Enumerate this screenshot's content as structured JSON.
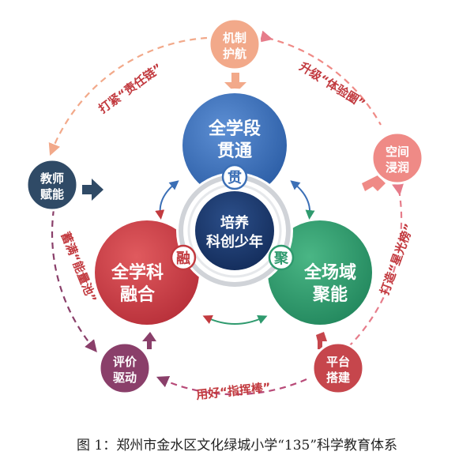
{
  "center": {
    "line1": "培养",
    "line2": "科创少年"
  },
  "lobes": {
    "top": {
      "line1": "全学段",
      "line2": "贯通",
      "badge": "贯",
      "color": "#3b6fb6"
    },
    "left": {
      "line1": "全学科",
      "line2": "融合",
      "badge": "融",
      "color": "#c23a3f"
    },
    "right": {
      "line1": "全场域",
      "line2": "聚能",
      "badge": "聚",
      "color": "#2f9a6e"
    }
  },
  "nodes": {
    "top": {
      "line1": "机制",
      "line2": "护航",
      "color": "#f2a98a"
    },
    "upper_left": {
      "line1": "教师",
      "line2": "赋能",
      "color": "#2f4a66"
    },
    "upper_right": {
      "line1": "空间",
      "line2": "浸润",
      "color": "#ef8a86"
    },
    "bottom_left": {
      "line1": "评价",
      "line2": "驱动",
      "color": "#8a3f6a"
    },
    "bottom_right": {
      "line1": "平台",
      "line2": "搭建",
      "color": "#c6464c"
    }
  },
  "ring_labels": {
    "top_left": "打紧“责任链”",
    "top_right": "升级“体验圈”",
    "left": "蓄满“能量池”",
    "right": "打造“星光榜”",
    "bottom": "用好“指挥棒”"
  },
  "caption": "图 1：郑州市金水区文化绿城小学“135”科学教育体系"
}
